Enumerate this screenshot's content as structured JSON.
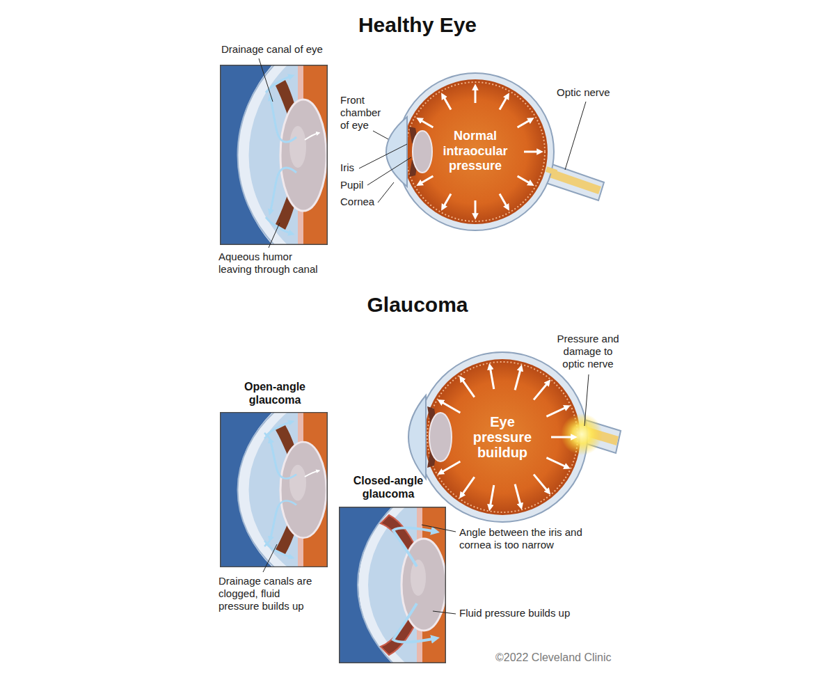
{
  "diagram": {
    "labels": [
      "Healthy Eye",
      "Drainage canal of eye",
      "Front chamber of eye",
      "Iris",
      "Pupil",
      "Cornea",
      "Normal intraocular pressure",
      "Optic nerve",
      "Aqueous humor leaving through canal",
      "Glaucoma",
      "Open-angle glaucoma",
      "Pressure and damage to optic nerve",
      "Eye pressure buildup",
      "Closed-angle glaucoma",
      "Angle between the iris and cornea is too narrow",
      "Drainage canals are clogged, fluid pressure builds up",
      "Fluid pressure builds up",
      "©2022 Cleveland Clinic"
    ]
  }
}
